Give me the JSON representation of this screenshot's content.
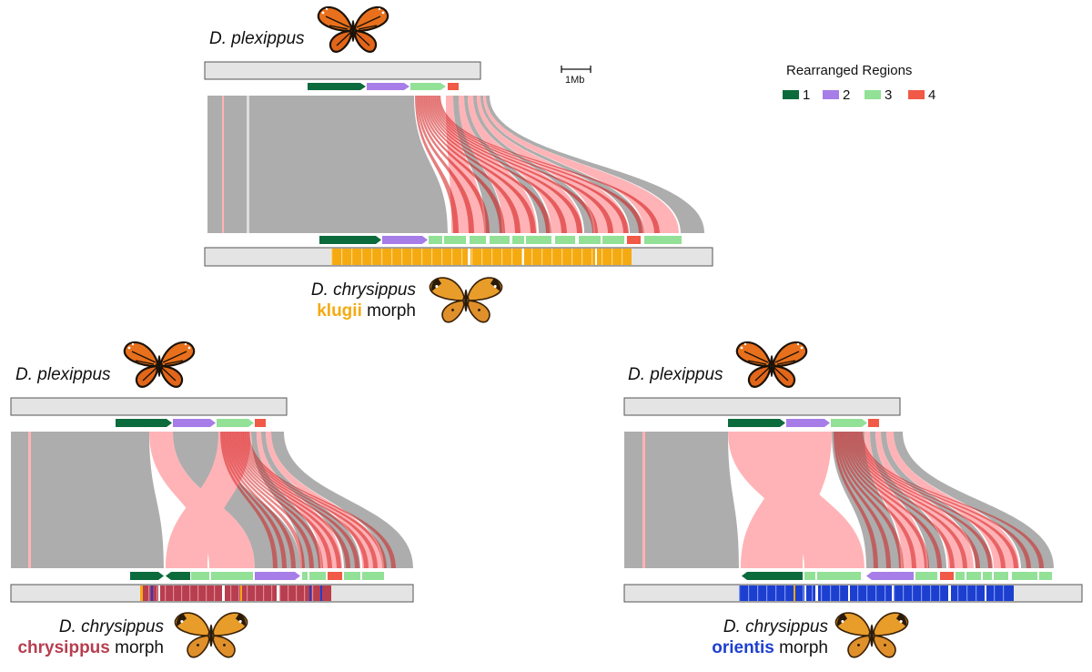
{
  "legend": {
    "title": "Rearranged Regions",
    "items": [
      {
        "label": "1",
        "color": "#0c6b3c"
      },
      {
        "label": "2",
        "color": "#a77de8"
      },
      {
        "label": "3",
        "color": "#92e196"
      },
      {
        "label": "4",
        "color": "#f05a46"
      }
    ]
  },
  "scale_bar": {
    "label": "1Mb"
  },
  "colors": {
    "synteny_gray": "#adadad",
    "synteny_pink": "#ffb3b6",
    "synteny_red": "#d21414",
    "chrom_bg": "#e4e4e4",
    "klugii": "#f5aa12",
    "chrysippus": "#b73e4f",
    "orientis": "#1d3fcf"
  },
  "panels": [
    {
      "id": "klugii",
      "top_species": "D. plexippus",
      "bottom_species": "D. chrysippus",
      "morph_name": "klugii",
      "morph_word": "morph",
      "morph_color": "#f5aa12"
    },
    {
      "id": "chrysippus",
      "top_species": "D. plexippus",
      "bottom_species": "D. chrysippus",
      "morph_name": "chrysippus",
      "morph_word": "morph",
      "morph_color": "#b73e4f"
    },
    {
      "id": "orientis",
      "top_species": "D. plexippus",
      "bottom_species": "D. chrysippus",
      "morph_name": "orientis",
      "morph_word": "morph",
      "morph_color": "#1d3fcf"
    }
  ],
  "butterflies": [
    {
      "panel": "klugii",
      "role": "plexippus",
      "icon": "monarch-butterfly"
    },
    {
      "panel": "klugii",
      "role": "chrysippus",
      "icon": "queen-butterfly"
    },
    {
      "panel": "chrysippus",
      "role": "plexippus",
      "icon": "monarch-butterfly"
    },
    {
      "panel": "chrysippus",
      "role": "chrysippus",
      "icon": "queen-butterfly"
    },
    {
      "panel": "orientis",
      "role": "plexippus",
      "icon": "monarch-butterfly"
    },
    {
      "panel": "orientis",
      "role": "chrysippus",
      "icon": "queen-butterfly"
    }
  ]
}
